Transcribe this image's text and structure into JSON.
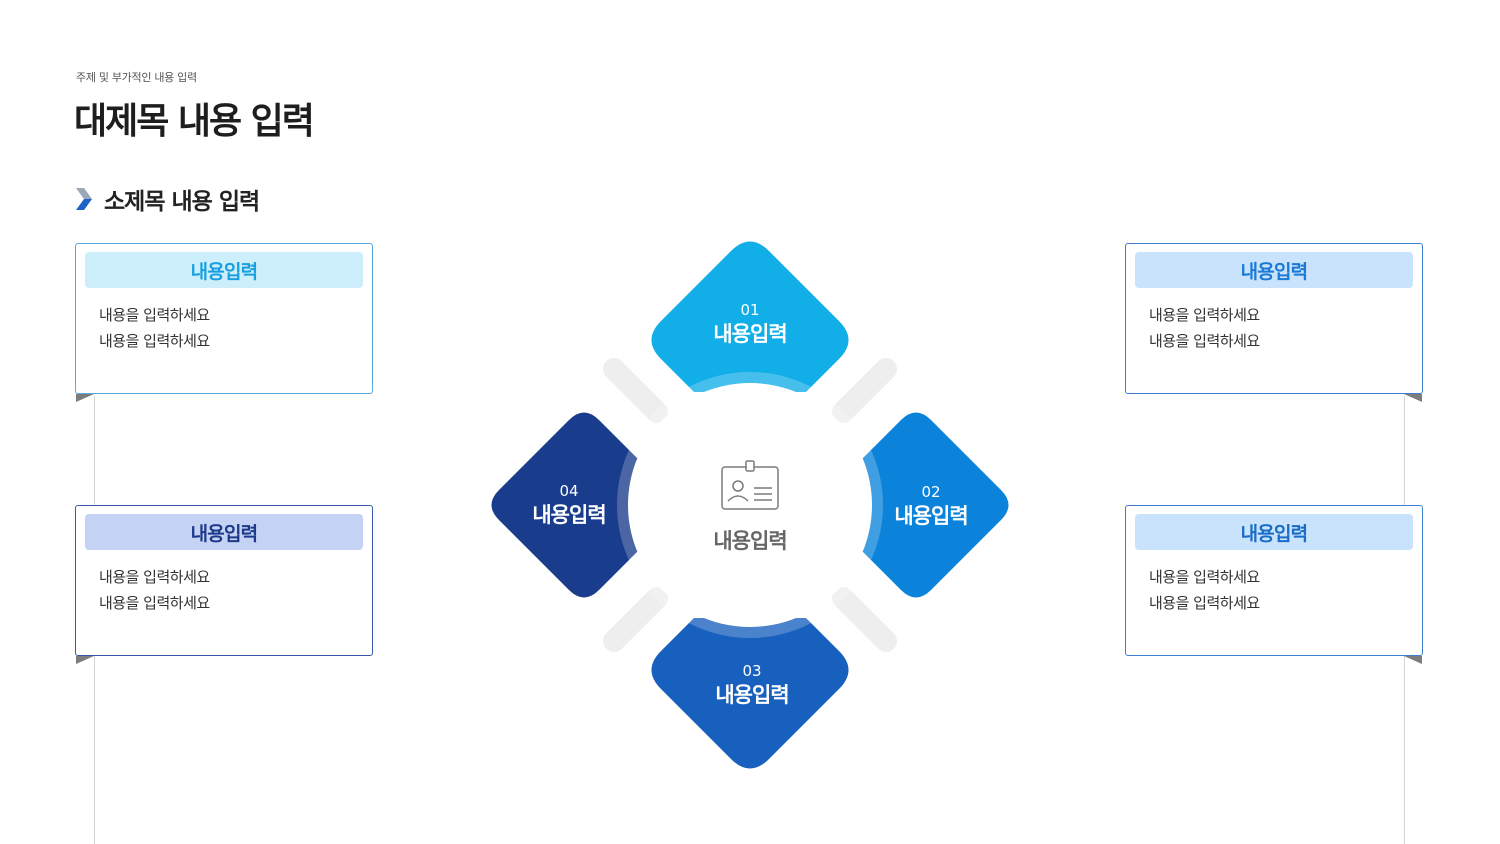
{
  "header": {
    "eyebrow": "주제 및 부가적인 내용 입력",
    "title": "대제목 내용 입력",
    "subtitle": "소제목 내용 입력"
  },
  "cards": [
    {
      "title": "내용입력",
      "line1": "내용을 입력하세요",
      "line2": "내용을 입력하세요",
      "head_bg": "#cdeefb",
      "head_color": "#1aa0e0"
    },
    {
      "title": "내용입력",
      "line1": "내용을 입력하세요",
      "line2": "내용을 입력하세요",
      "head_bg": "#c4d2f4",
      "head_color": "#1d3a8a"
    },
    {
      "title": "내용입력",
      "line1": "내용을 입력하세요",
      "line2": "내용을 입력하세요",
      "head_bg": "#c9e3fc",
      "head_color": "#1a7ad6"
    },
    {
      "title": "내용입력",
      "line1": "내용을 입력하세요",
      "line2": "내용을 입력하세요",
      "head_bg": "#c9e3fc",
      "head_color": "#1a6cc4"
    }
  ],
  "diagram": {
    "center_label": "내용입력",
    "center_icon": "id-badge-icon",
    "items": [
      {
        "number": "01",
        "label": "내용입력",
        "color": "#12aee8"
      },
      {
        "number": "02",
        "label": "내용입력",
        "color": "#0b83da"
      },
      {
        "number": "03",
        "label": "내용입력",
        "color": "#1860bd"
      },
      {
        "number": "04",
        "label": "내용입력",
        "color": "#1a3c8c"
      }
    ]
  }
}
